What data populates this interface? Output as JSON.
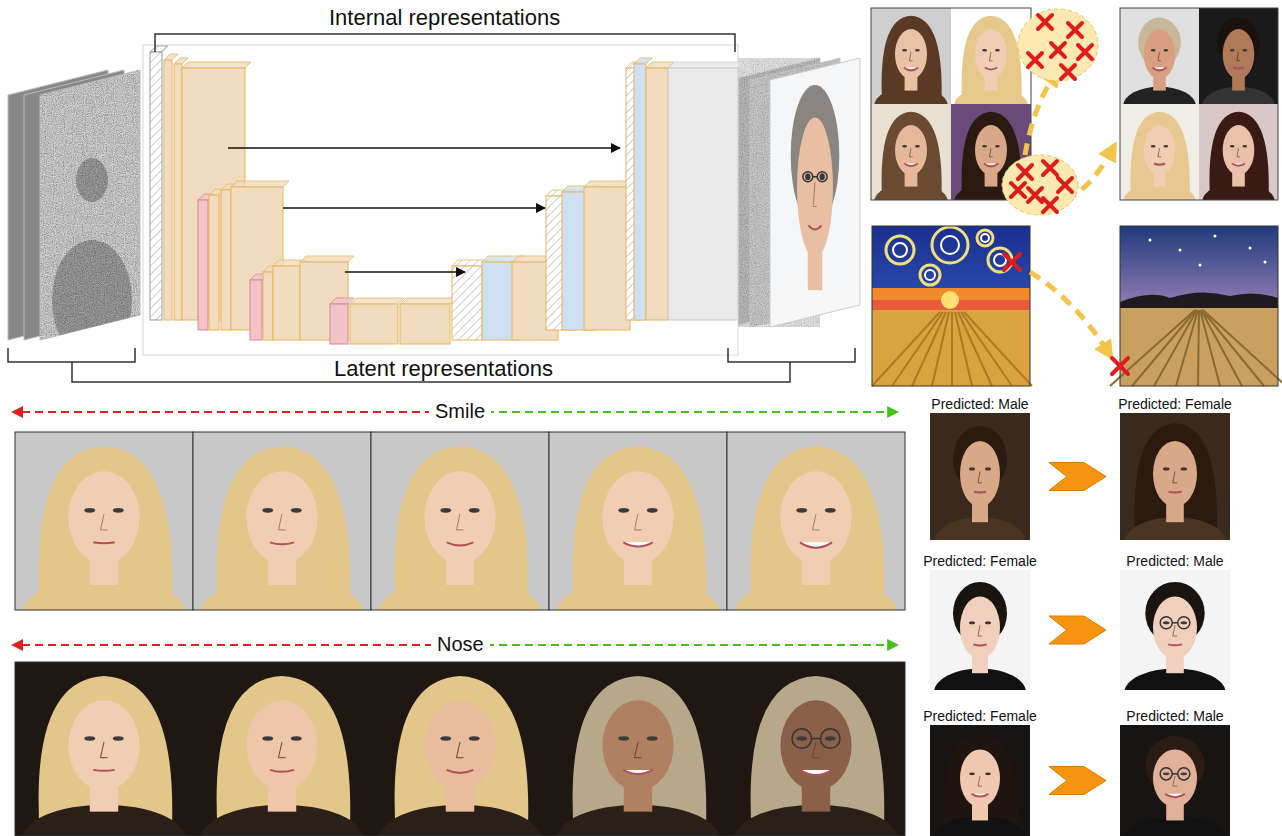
{
  "diagram": {
    "nodes": [
      {
        "text": [
          "Predicted: Male"
        ]
      },
      {
        "text": [
          "Predicted: Female"
        ]
      },
      {
        "text": [
          "Predicted: Female"
        ]
      },
      {
        "text": [
          "Predicted: Male"
        ]
      },
      {
        "text": [
          "Predicted: Female"
        ]
      },
      {
        "text": [
          "Predicted: Male"
        ]
      }
    ],
    "edges": [
      {
        "from": 0,
        "to": 1,
        "arrow": "to"
      },
      {
        "from": 2,
        "to": 3,
        "arrow": "to"
      },
      {
        "from": 4,
        "to": 5,
        "arrow": "to"
      }
    ],
    "labels": [
      "Internal representations",
      "Latent representations",
      "Smile",
      "Nose"
    ]
  }
}
